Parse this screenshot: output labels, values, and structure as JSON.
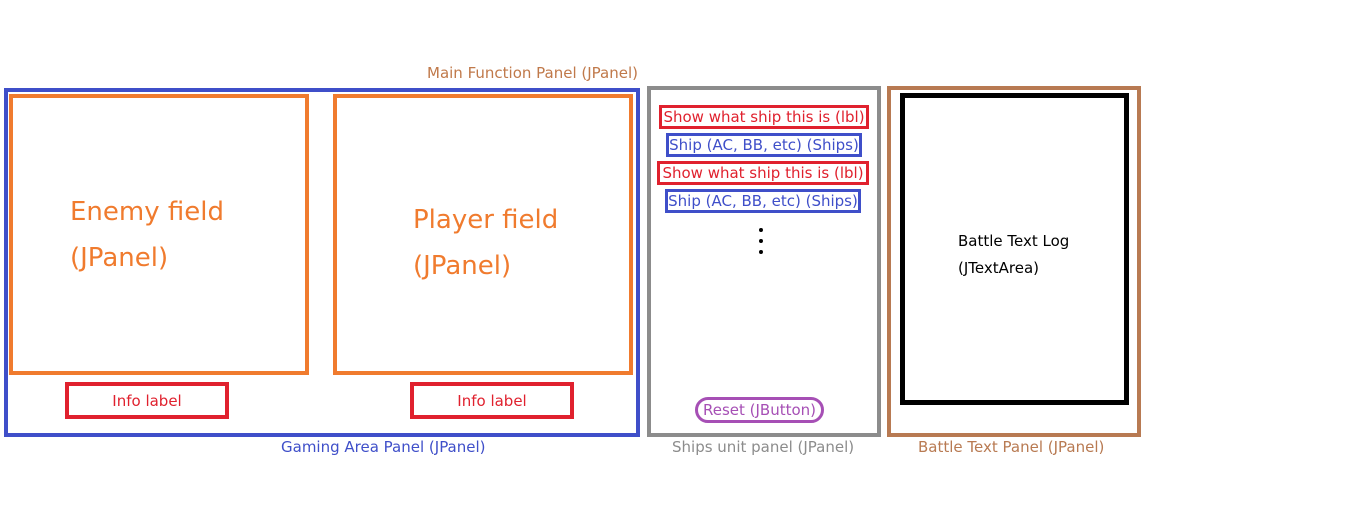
{
  "main_panel": {
    "title": "Main Function Panel (JPanel)"
  },
  "gaming_area": {
    "caption": "Gaming Area Panel (JPanel)",
    "enemy_field": {
      "line1": "Enemy field",
      "line2": "(JPanel)"
    },
    "player_field": {
      "line1": "Player field",
      "line2": "(JPanel)"
    },
    "info_labels": [
      "Info label",
      "Info label"
    ]
  },
  "ships_panel": {
    "caption": "Ships unit panel (JPanel)",
    "rows": [
      "Show what ship this is (lbl)",
      "Ship (AC, BB, etc) (Ships)",
      "Show what ship this is (lbl)",
      "Ship (AC, BB, etc) (Ships)"
    ],
    "reset_button": "Reset (JButton)"
  },
  "battle_panel": {
    "caption": "Battle Text Panel (JPanel)",
    "text_area": {
      "line1": "Battle Text Log",
      "line2": "(JTextArea)"
    }
  },
  "colors": {
    "gaming_border": "#3f4fc9",
    "field_border": "#f07b2e",
    "info_border": "#e0212e",
    "ships_border": "#8c8c8c",
    "battle_border": "#b87a52",
    "reset_border": "#a64fb5"
  }
}
